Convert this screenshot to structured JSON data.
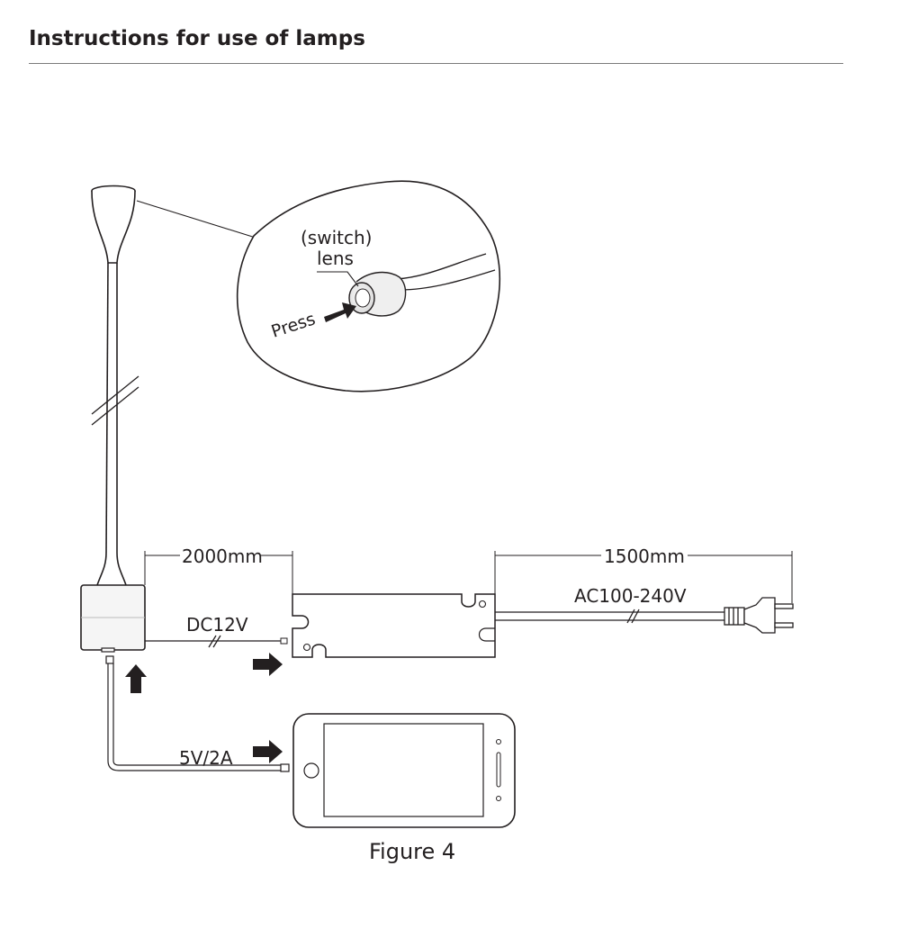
{
  "header": {
    "title": "Instructions for use of lamps"
  },
  "callout": {
    "switch_label": "(switch)",
    "lens_label": "lens",
    "press_label": "Press"
  },
  "dimensions": {
    "lamp_cable": "2000mm",
    "ac_cable": "1500mm"
  },
  "labels": {
    "dc_voltage": "DC12V",
    "ac_voltage": "AC100-240V",
    "usb_output": "5V/2A"
  },
  "figure": {
    "caption": "Figure 4"
  }
}
